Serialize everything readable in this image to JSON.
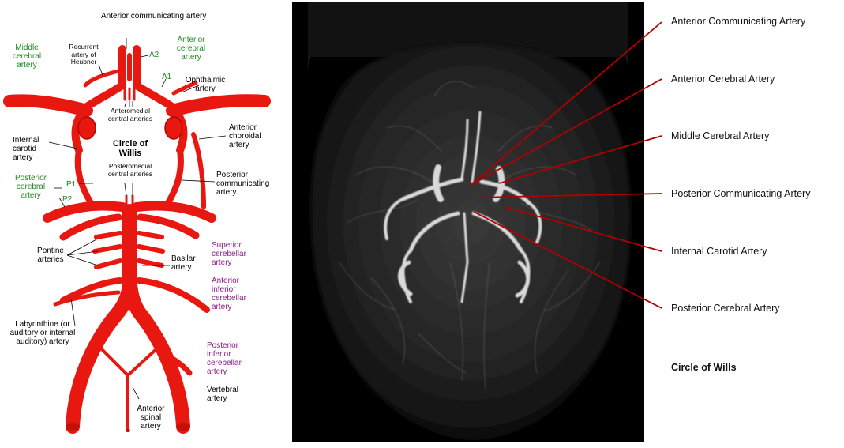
{
  "diagram": {
    "title": "Circle of Willis",
    "labels": {
      "anterior_communicating": "Anterior communicating artery",
      "recurrent_heubner": "Recurrent artery of Heubner",
      "anterior_cerebral": "Anterior cerebral artery",
      "a2": "A2",
      "a1": "A1",
      "middle_cerebral": "Middle cerebral artery",
      "ophthalmic": "Ophthalmic artery",
      "anteromedial_central": "Anteromedial central arteries",
      "internal_carotid": "Internal carotid artery",
      "anterior_choroidal": "Anterior choroidal artery",
      "posteromedial_central": "Posteromedial central arteries",
      "posterior_cerebral": "Posterior cerebral artery",
      "p1": "P1",
      "p2": "P2",
      "posterior_communicating": "Posterior communicating artery",
      "pontine": "Pontine arteries",
      "superior_cerebellar": "Superior cerebellar artery",
      "basilar": "Basilar artery",
      "anterior_inferior_cerebellar": "Anterior inferior cerebellar artery",
      "labyrinthine": "Labyrinthine (or auditory or internal auditory) artery",
      "posterior_inferior_cerebellar": "Posterior inferior cerebellar artery",
      "vertebral": "Vertebral artery",
      "anterior_spinal": "Anterior spinal artery"
    }
  },
  "mra_labels": [
    "Anterior Communicating Artery",
    "Anterior Cerebral Artery",
    "Middle Cerebral Artery",
    "Posterior Communicating  Artery",
    "Internal Carotid Artery",
    "Posterior Cerebral Artery"
  ],
  "mra_title": "Circle of Wills",
  "colors": {
    "artery": "#e8170f",
    "artery_dark": "#a80c07",
    "green_label": "#1d8a1d",
    "purple_label": "#8b1c8b",
    "leader_red": "#b00000"
  }
}
